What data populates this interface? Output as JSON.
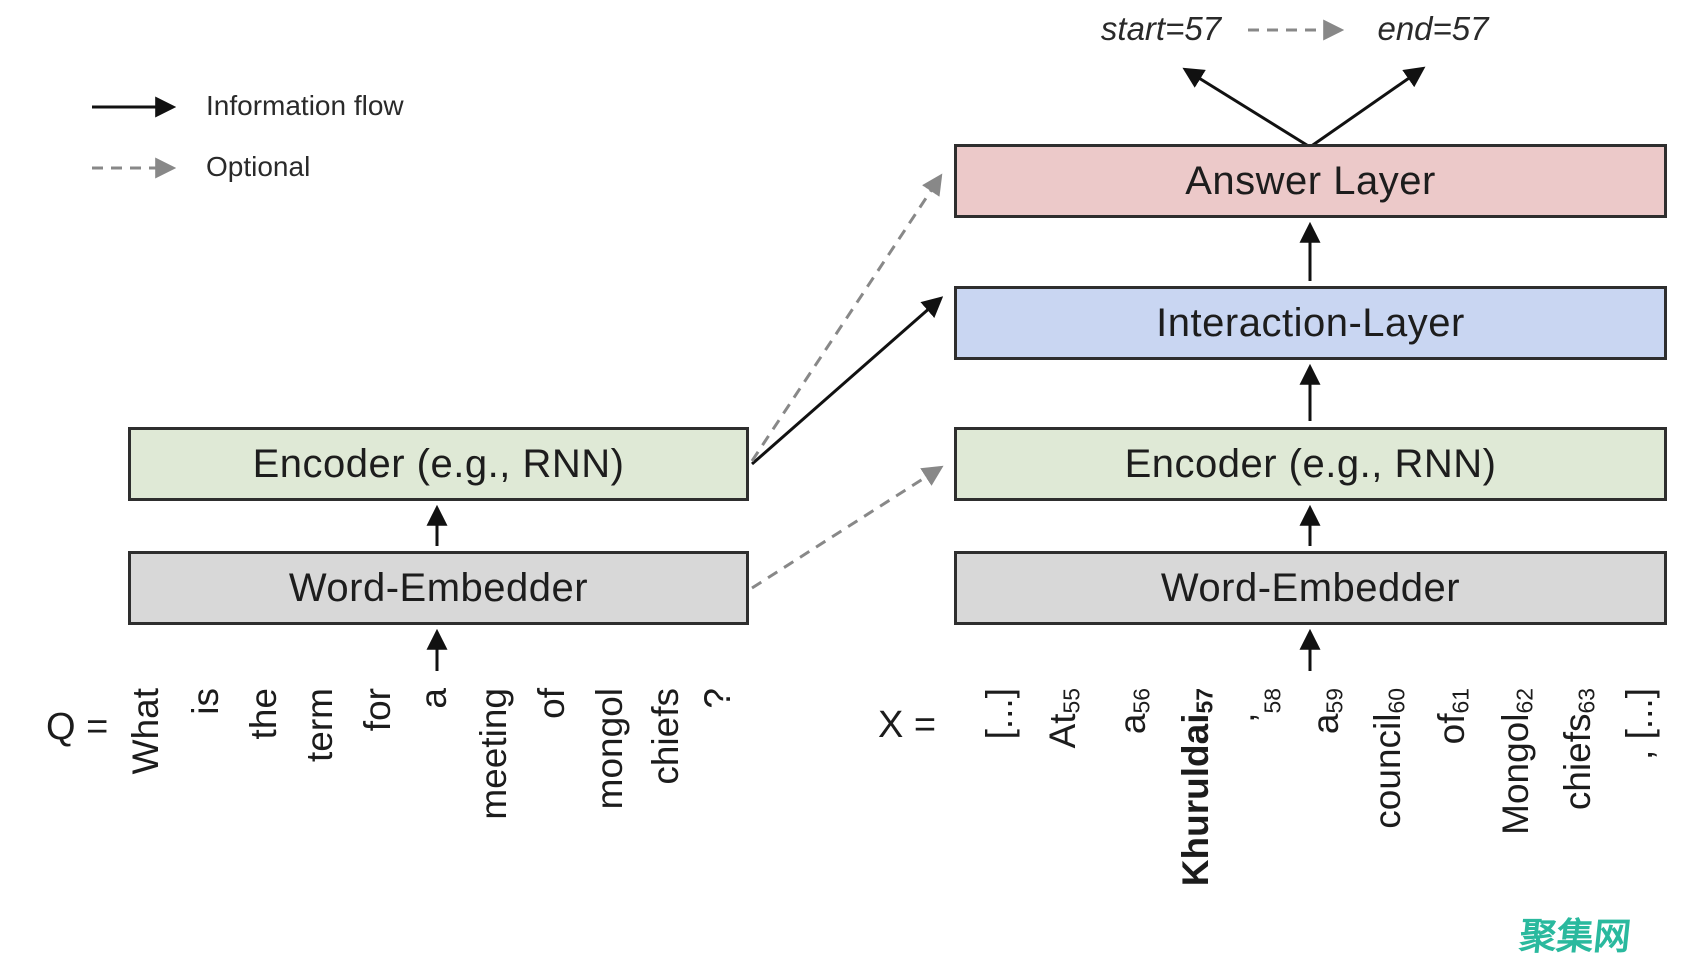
{
  "legend": {
    "information_flow": "Information flow",
    "optional": "Optional"
  },
  "outputs": {
    "start": "start=57",
    "end": "end=57"
  },
  "layers": {
    "answer": "Answer Layer",
    "interaction": "Interaction-Layer",
    "encoder_left": "Encoder (e.g., RNN)",
    "encoder_right": "Encoder (e.g., RNN)",
    "word_embedder_left": "Word-Embedder",
    "word_embedder_right": "Word-Embedder"
  },
  "question": {
    "prefix": "Q =",
    "tokens": [
      "What",
      "is",
      "the",
      "term",
      "for",
      "a",
      "meeting",
      "of",
      "mongol",
      "chiefs",
      "?"
    ]
  },
  "passage": {
    "prefix": "X =",
    "tokens": [
      {
        "t": "[...]",
        "sub": ""
      },
      {
        "t": "At",
        "sub": "55"
      },
      {
        "t": "a",
        "sub": "56"
      },
      {
        "t": "Khuruldai",
        "sub": "57",
        "bold": true
      },
      {
        "t": "’",
        "sub": "58"
      },
      {
        "t": "a",
        "sub": "59"
      },
      {
        "t": "council",
        "sub": "60"
      },
      {
        "t": "of",
        "sub": "61"
      },
      {
        "t": "Mongol",
        "sub": "62"
      },
      {
        "t": "chiefs",
        "sub": "63"
      },
      {
        "t": ", [...]",
        "sub": ""
      }
    ]
  },
  "watermark": {
    "text": "聚集网",
    "color": "#2ab99e"
  },
  "colors": {
    "answer_layer": "#ecc9c9",
    "interaction_layer": "#c9d6f2",
    "encoder": "#dfe9d6",
    "word_embedder": "#d8d8d8",
    "box_border": "#2e2e2e",
    "solid_arrow": "#111111",
    "optional_arrow": "#888888",
    "watermark": "#2ab99e"
  }
}
